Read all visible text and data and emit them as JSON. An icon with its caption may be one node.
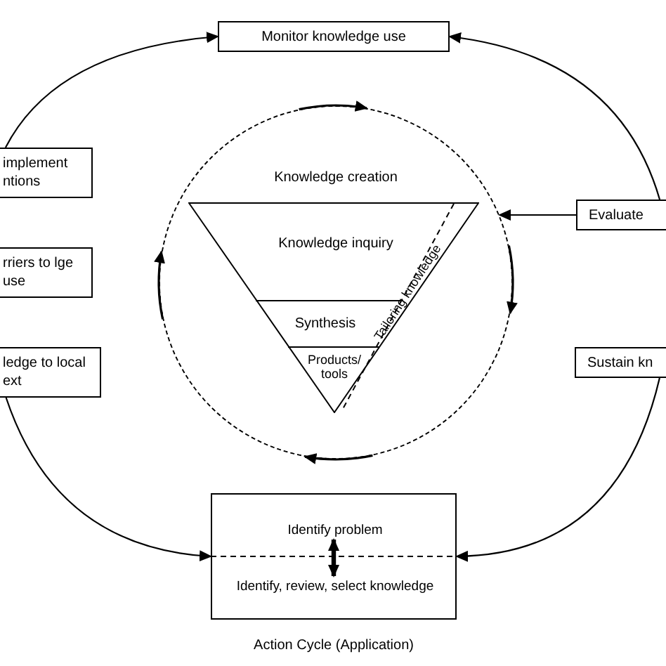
{
  "diagram": {
    "nodes": [
      {
        "text": [
          "Monitor knowledge use"
        ]
      },
      {
        "text": [
          "implement ntions"
        ]
      },
      {
        "text": [
          "rriers to lge use"
        ]
      },
      {
        "text": [
          "ledge to local ext"
        ]
      },
      {
        "text": [
          "Evaluate"
        ]
      },
      {
        "text": [
          "Knowledge creation"
        ]
      },
      {
        "text": [
          "Knowledge inquiry",
          "Synthesis",
          "Products/ tools",
          "Tailoring knowledge"
        ],
        "in": 5
      },
      {
        "text": [
          "Sustain kn"
        ]
      },
      {
        "text": [],
        "shape": "box",
        "beside": [
          "Action Cycle (Application)"
        ]
      },
      {
        "text": [
          "Identify problem"
        ],
        "in": 8
      },
      {
        "text": [
          "Identify, review, select knowledge"
        ],
        "in": 8
      }
    ],
    "edges": [
      {
        "from": 1,
        "to": 0,
        "arrow": "to"
      },
      {
        "from": 4,
        "to": 0,
        "arrow": "to"
      },
      {
        "from": 3,
        "to": 8,
        "arrow": "to"
      },
      {
        "from": 7,
        "to": 8,
        "arrow": "to"
      },
      {
        "from": 4,
        "to": 5,
        "arrow": "to"
      },
      {
        "from": 9,
        "to": 10,
        "arrow": "both",
        "style": "thick"
      }
    ]
  }
}
